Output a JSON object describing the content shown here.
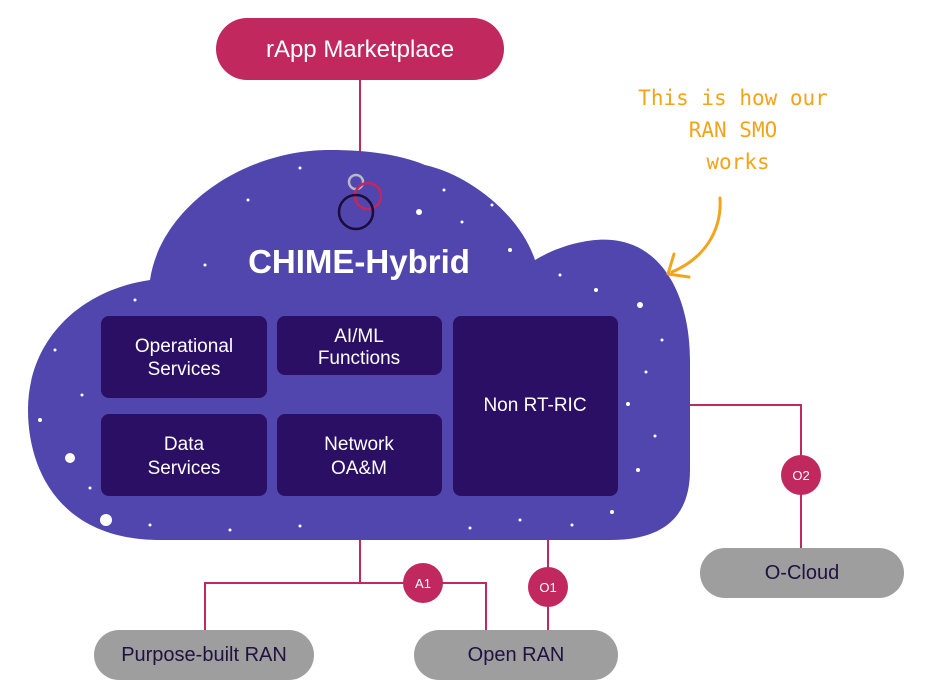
{
  "top": {
    "label": "rApp Marketplace"
  },
  "cloud": {
    "title": "CHIME-Hybrid",
    "boxes": [
      [
        "Operational",
        "Services"
      ],
      [
        "AI/ML",
        "Functions"
      ],
      [
        "Data",
        "Services"
      ],
      [
        "Network",
        "OA&M"
      ],
      [
        "Non RT-RIC"
      ]
    ]
  },
  "endpoints": {
    "purpose_built": "Purpose-built RAN",
    "open_ran": "Open RAN",
    "o_cloud": "O-Cloud"
  },
  "interfaces": {
    "a1": "A1",
    "o1": "O1",
    "o2": "O2"
  },
  "annotation": [
    "This is how our",
    "RAN SMO",
    "works"
  ],
  "colors": {
    "accent": "#c0285e",
    "cloud": "#5046ad",
    "box": "#2b0f64",
    "pill_grey": "#9e9e9e",
    "annotation": "#f4a31c"
  }
}
